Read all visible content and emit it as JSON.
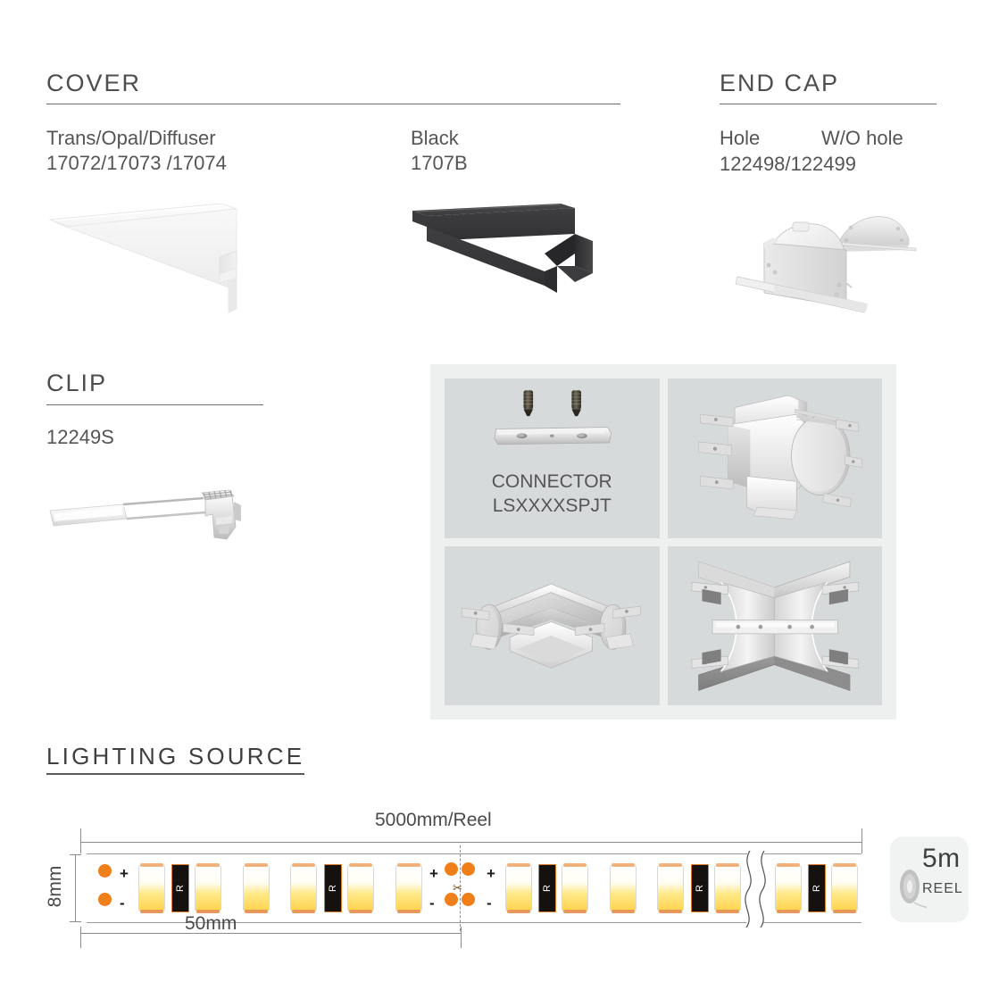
{
  "sections": {
    "cover": {
      "title": "COVER",
      "variants": [
        {
          "name": "Trans/Opal/Diffuser",
          "code": "17072/17073 /17074",
          "color": "#f2f2f2"
        },
        {
          "name": "Black",
          "code": "1707B",
          "color": "#3a3a3c"
        }
      ]
    },
    "end_cap": {
      "title": "END CAP",
      "option_hole": "Hole",
      "option_no_hole": "W/O hole",
      "code": "122498/122499"
    },
    "clip": {
      "title": "CLIP",
      "code": "12249S"
    },
    "lighting_source": {
      "title": "LIGHTING  SOURCE"
    }
  },
  "connector_grid": {
    "cells": [
      {
        "id": "connector-straight",
        "caption": "CONNECTOR\nLSXXXXSPJT",
        "has_caption": true
      },
      {
        "id": "connector-tee",
        "caption": "",
        "has_caption": false
      },
      {
        "id": "connector-corner",
        "caption": "",
        "has_caption": false
      },
      {
        "id": "connector-cross",
        "caption": "",
        "has_caption": false
      }
    ],
    "panel_bg": "#d7dadb",
    "container_bg": "#eef0f0"
  },
  "strip_diagram": {
    "length_label": "5000mm/Reel",
    "width_label": "8mm",
    "pitch_label": "50mm",
    "positive_symbol": "+",
    "negative_symbol": "-",
    "resistor_label": "R",
    "cut_icon": "✂",
    "reel": {
      "size": "5m",
      "word": "REEL"
    }
  },
  "colors": {
    "heading": "#4d4d4d",
    "text": "#555555",
    "rule": "#6e6e6e",
    "led_warm": "#ffd34d",
    "pad_orange": "#f07f1a",
    "resistor_body": "#15110f",
    "resistor_edge": "#e07b25"
  }
}
